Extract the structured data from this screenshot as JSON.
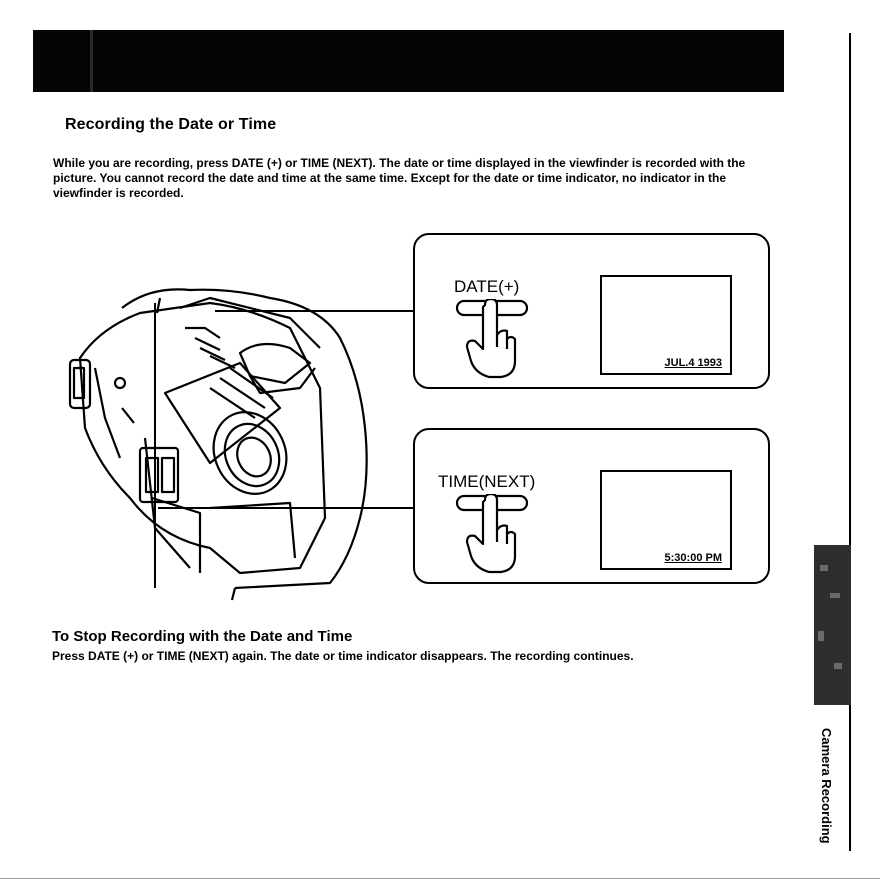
{
  "section": {
    "title": "Recording the Date or Time",
    "intro": "While you are recording, press DATE (+) or TIME (NEXT). The date or time displayed in the viewfinder is recorded with the picture. You cannot record the date and time at the same time. Except for the date or time indicator, no indicator in the viewfinder is recorded."
  },
  "illustration": {
    "panels": [
      {
        "button_label": "DATE(+)",
        "viewfinder_value": "JUL.4 1993",
        "icon": "hand-pressing-button-icon"
      },
      {
        "button_label": "TIME(NEXT)",
        "viewfinder_value": "5:30:00 PM",
        "icon": "hand-pressing-button-icon"
      }
    ],
    "camera_icon": "camcorder-illustration"
  },
  "stop": {
    "title": "To Stop Recording with the Date and Time",
    "body": "Press DATE (+) or TIME (NEXT) again. The date or time indicator disappears. The recording continues."
  },
  "side_tab": {
    "label": "Camera Recording"
  }
}
